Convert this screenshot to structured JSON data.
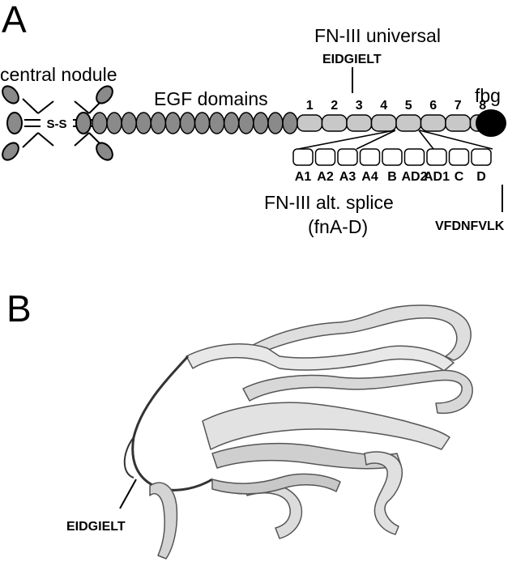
{
  "panel_a": {
    "letter": "A",
    "central_nodule_label": "central nodule",
    "disulfide_label": "S-S",
    "egf_label": "EGF domains",
    "fn_universal_label": "FN-III universal",
    "fn_universal_motif": "EIDGIELT",
    "fbg_label": "fbg",
    "fn_domain_numbers": [
      "1",
      "2",
      "3",
      "4",
      "5",
      "6",
      "7",
      "8"
    ],
    "alt_splice_domains": [
      "A1",
      "A2",
      "A3",
      "A4",
      "B",
      "AD2",
      "AD1",
      "C",
      "D"
    ],
    "alt_splice_label_line1": "FN-III alt. splice",
    "alt_splice_label_line2": "(fnA-D)",
    "d_motif": "VFDNFVLK",
    "egf_count": 14,
    "colors": {
      "nodule": "#8a8a8a",
      "egf": "#8a8a8a",
      "fn3": "#c8c8c8",
      "fbg": "#000000",
      "alt": "#ffffff"
    }
  },
  "panel_b": {
    "letter": "B",
    "motif_label": "EIDGIELT"
  }
}
